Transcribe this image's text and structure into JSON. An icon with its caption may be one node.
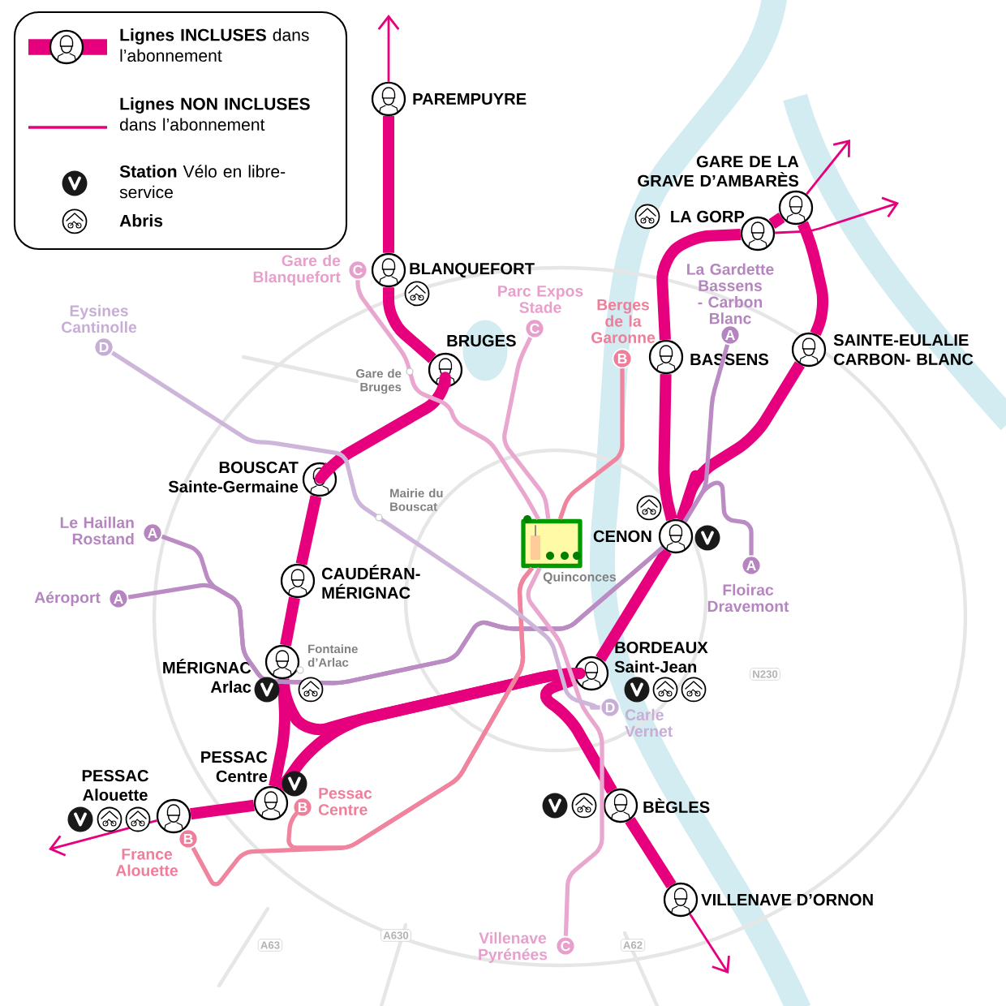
{
  "diagram": {
    "nodes": [
      {
        "text": [
          "PAREMPUYRE"
        ]
      },
      {
        "text": [
          "BLANQUEFORT"
        ]
      },
      {
        "text": [
          "BRUGES"
        ]
      },
      {
        "text": [
          "BOUSCAT Sainte-Germaine"
        ]
      },
      {
        "text": [
          "CAUDÉRAN- MÉRIGNAC"
        ]
      },
      {
        "text": [
          "MÉRIGNAC Arlac"
        ]
      },
      {
        "text": [
          "PESSAC Centre"
        ]
      },
      {
        "text": [
          "PESSAC Alouette"
        ]
      },
      {
        "text": [
          "BORDEAUX Saint-Jean"
        ]
      },
      {
        "text": [
          "BÈGLES"
        ]
      },
      {
        "text": [
          "VILLENAVE D’ORNON"
        ]
      },
      {
        "text": [
          "CENON"
        ]
      },
      {
        "text": [
          "BASSENS"
        ]
      },
      {
        "text": [
          "LA GORP"
        ]
      },
      {
        "text": [
          "GARE DE LA GRAVE D’AMBARÈS"
        ]
      },
      {
        "text": [
          "SAINTE-EULALIE CARBON- BLANC"
        ]
      },
      {
        "text": [
          "C"
        ],
        "beside": [
          "Gare de Blanquefort"
        ]
      },
      {
        "text": [
          "D"
        ],
        "beside": [
          "Eysines Cantinolle"
        ]
      },
      {
        "text": [
          "C"
        ],
        "beside": [
          "Parc Expos Stade"
        ]
      },
      {
        "text": [
          "B"
        ],
        "beside": [
          "Berges de la Garonne"
        ]
      },
      {
        "text": [
          "A"
        ],
        "beside": [
          "La Gardette Bassens - Carbon Blanc"
        ]
      },
      {
        "text": [
          "A"
        ],
        "beside": [
          "Le Haillan Rostand"
        ]
      },
      {
        "text": [
          "A"
        ],
        "beside": [
          "Aéroport"
        ]
      },
      {
        "text": [
          "A"
        ],
        "beside": [
          "Floirac Dravemont"
        ]
      },
      {
        "text": [
          "D"
        ],
        "beside": [
          "Carle Vernet"
        ]
      },
      {
        "text": [
          "B"
        ],
        "beside": [
          "Pessac Centre"
        ]
      },
      {
        "text": [
          "B"
        ],
        "beside": [
          "France Alouette"
        ]
      },
      {
        "text": [
          "C"
        ],
        "beside": [
          "Villenave Pyrénées"
        ]
      },
      {
        "text": [
          "Quinconces"
        ]
      }
    ],
    "edges": [
      {
        "from": 0,
        "to": null,
        "arrow": "to"
      },
      {
        "from": 0,
        "to": 1,
        "arrow": "none"
      },
      {
        "from": 1,
        "to": 2,
        "arrow": "none"
      },
      {
        "from": 2,
        "to": 3,
        "arrow": "none"
      },
      {
        "from": 3,
        "to": 4,
        "arrow": "none"
      },
      {
        "from": 4,
        "to": 5,
        "arrow": "none"
      },
      {
        "from": 5,
        "to": 6,
        "arrow": "none"
      },
      {
        "from": 6,
        "to": 7,
        "arrow": "none"
      },
      {
        "from": 7,
        "to": null,
        "arrow": "to"
      },
      {
        "from": 6,
        "to": 8,
        "arrow": "none"
      },
      {
        "from": 5,
        "to": 8,
        "arrow": "none"
      },
      {
        "from": 8,
        "to": 9,
        "arrow": "none"
      },
      {
        "from": 9,
        "to": 10,
        "arrow": "none"
      },
      {
        "from": 10,
        "to": null,
        "arrow": "to"
      },
      {
        "from": 8,
        "to": 11,
        "arrow": "none"
      },
      {
        "from": 11,
        "to": 12,
        "arrow": "none"
      },
      {
        "from": 12,
        "to": 13,
        "arrow": "none"
      },
      {
        "from": 13,
        "to": 14,
        "arrow": "none"
      },
      {
        "from": 14,
        "to": 15,
        "arrow": "none"
      },
      {
        "from": 15,
        "to": 11,
        "arrow": "none"
      },
      {
        "from": 14,
        "to": null,
        "arrow": "to"
      },
      {
        "from": 13,
        "to": null,
        "arrow": "to"
      },
      {
        "from": 21,
        "to": 11,
        "arrow": "none",
        "color": "#bb8cc4"
      },
      {
        "from": 22,
        "to": 11,
        "arrow": "none",
        "color": "#bb8cc4"
      },
      {
        "from": 11,
        "to": 20,
        "arrow": "none",
        "color": "#bb8cc4"
      },
      {
        "from": 11,
        "to": 23,
        "arrow": "none",
        "color": "#bb8cc4"
      },
      {
        "from": 19,
        "to": 28,
        "arrow": "none",
        "color": "#f0849f"
      },
      {
        "from": 28,
        "to": 25,
        "arrow": "none",
        "color": "#f0849f"
      },
      {
        "from": 28,
        "to": 26,
        "arrow": "none",
        "color": "#f0849f"
      },
      {
        "from": 16,
        "to": 28,
        "arrow": "none",
        "color": "#e9a6cf"
      },
      {
        "from": 18,
        "to": 28,
        "arrow": "none",
        "color": "#e9a6cf"
      },
      {
        "from": 28,
        "to": 27,
        "arrow": "none",
        "color": "#e9a6cf"
      },
      {
        "from": 17,
        "to": 24,
        "arrow": "none",
        "color": "#cdb6da"
      }
    ],
    "labels": [
      "Gare de Bruges",
      "Mairie du Bouscat",
      "Fontaine d’Arlac",
      "N230",
      "A630",
      "A63",
      "A62"
    ],
    "legend": [
      {
        "text": "**Lignes INCLUSES** dans l’abonnement"
      },
      {
        "text": "**Lignes NON INCLUSES** dans l’abonnement"
      },
      {
        "text": "**Station** Vélo en libre-service"
      },
      {
        "text": "Abris"
      }
    ]
  }
}
